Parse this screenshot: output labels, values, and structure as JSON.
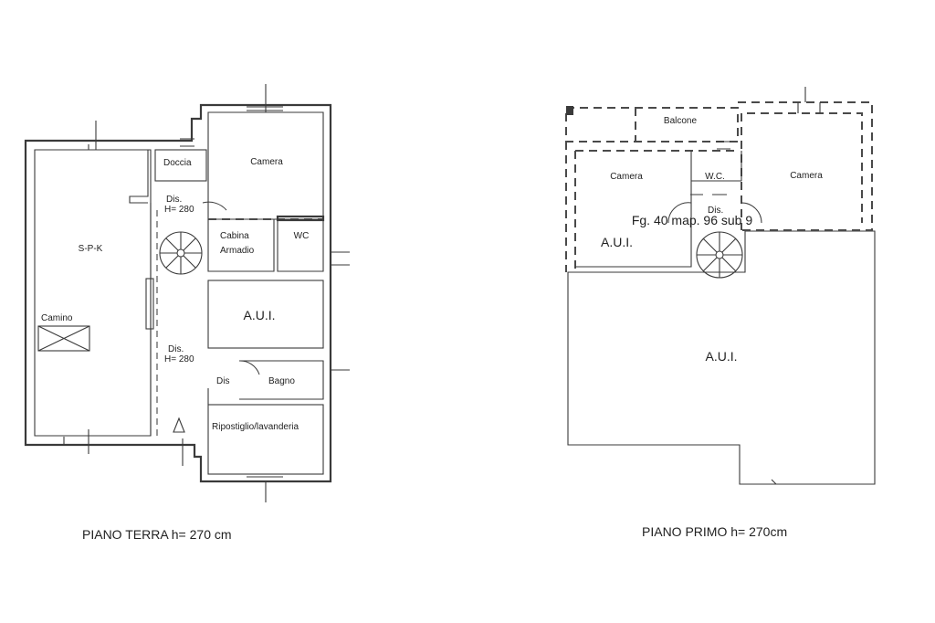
{
  "ground_floor": {
    "caption": "PIANO TERRA h= 270 cm",
    "rooms": {
      "spk": "S-P-K",
      "camino": "Camino",
      "doccia": "Doccia",
      "camera": "Camera",
      "dis_top": "Dis.",
      "h_top": "H= 280",
      "cabina_1": "Cabina",
      "cabina_2": "Armadio",
      "wc": "WC",
      "aui": "A.U.I.",
      "dis_mid": "Dis.",
      "h_mid": "H= 280",
      "dis_small": "Dis",
      "bagno": "Bagno",
      "ripostiglio": "Ripostiglio/lavanderia"
    }
  },
  "first_floor": {
    "caption": "PIANO PRIMO h= 270cm",
    "rooms": {
      "balcone": "Balcone",
      "camera_left": "Camera",
      "wc": "W.C.",
      "camera_right": "Camera",
      "dis": "Dis.",
      "aui_small": "A.U.I.",
      "aui_big": "A.U.I."
    },
    "cadastral_ref": "Fg. 40 map. 96 sub 9"
  }
}
